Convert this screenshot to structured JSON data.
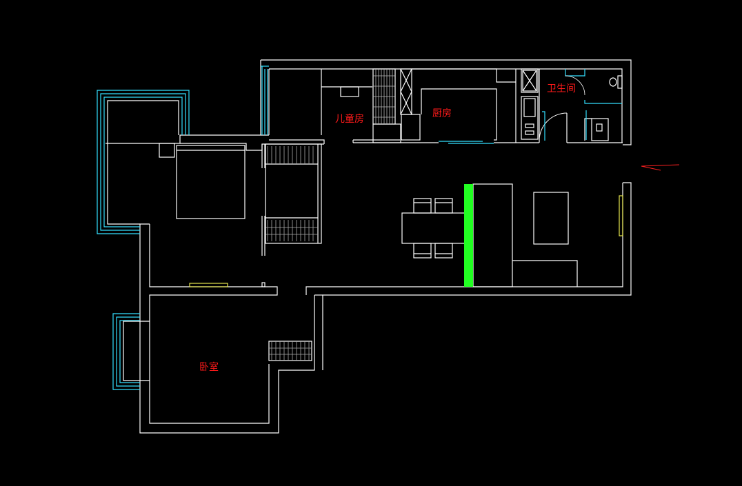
{
  "rooms": {
    "kids_room": "儿童房",
    "kitchen": "厨房",
    "bathroom": "卫生间",
    "bedroom": "卧室"
  },
  "colors": {
    "background": "#000000",
    "wall": "#ffffff",
    "window": "#33e0ff",
    "label": "#ff1a1a",
    "partition_highlight": "#22ff22",
    "fixture_accent": "#e6e64d",
    "marker": "#ff2020"
  }
}
